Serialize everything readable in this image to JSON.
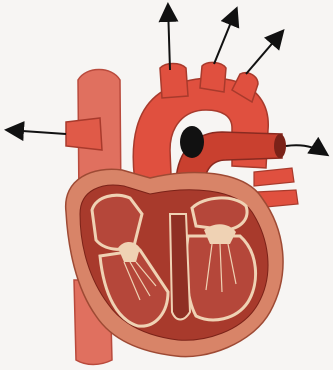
{
  "diagram": {
    "subject": "heart-cross-section",
    "labels": [],
    "arrows": [
      {
        "name": "arrow-up-left",
        "direction": "up"
      },
      {
        "name": "arrow-up-middle",
        "direction": "up-right"
      },
      {
        "name": "arrow-up-right",
        "direction": "up-right"
      },
      {
        "name": "arrow-left",
        "direction": "left"
      },
      {
        "name": "arrow-right",
        "direction": "right"
      }
    ],
    "colors": {
      "background": "#f7f5f3",
      "muscle_outer": "#d88468",
      "muscle_dark": "#a83a2c",
      "chamber": "#b5473a",
      "vessel_red": "#e0503f",
      "vena_cava": "#e0705f",
      "valve_cream": "#efd2b4",
      "arrow": "#111111"
    }
  }
}
